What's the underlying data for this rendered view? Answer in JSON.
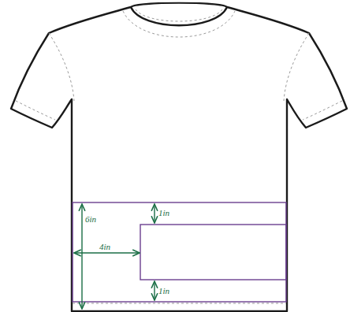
{
  "diagram": {
    "labels": [
      "6in",
      "1in",
      "4in",
      "1in"
    ]
  }
}
